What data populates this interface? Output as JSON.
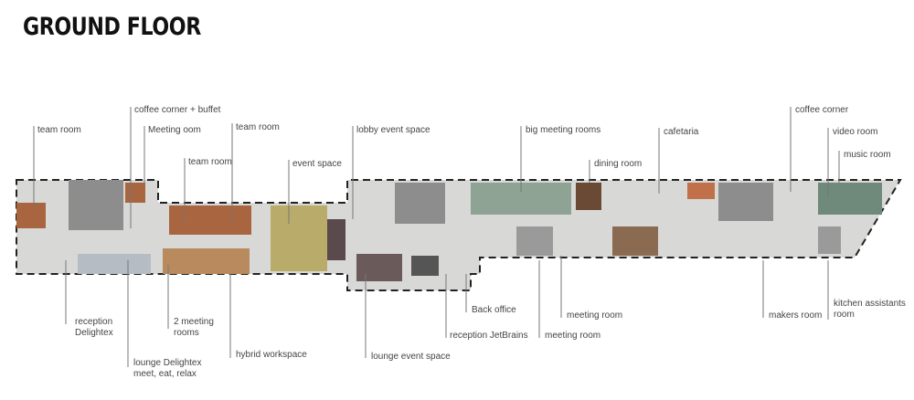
{
  "title": "GROUND FLOOR",
  "labels_top": [
    "team room",
    "coffee corner + buffet",
    "Meeting oom",
    "team room",
    "team room",
    "event space",
    "lobby event space",
    "big meeting rooms",
    "dining room",
    "cafetaria",
    "coffee corner",
    "video room",
    "music room"
  ],
  "labels_bottom": [
    "reception",
    "Delightex",
    "lounge Delightex",
    "meet, eat, relax",
    "2 meeting",
    "rooms",
    "hybrid workspace",
    "lounge event space",
    "Back office",
    "reception JetBrains",
    "meeting room",
    "meeting room",
    "makers room",
    "kitchen assistants",
    "room"
  ],
  "colors": {
    "wall": "#111111",
    "floor": "#d6d6d4",
    "core": "#8d8d8d",
    "wood": "#a8653f",
    "event": "#b9ac6a",
    "green": "#6f8a7a"
  }
}
